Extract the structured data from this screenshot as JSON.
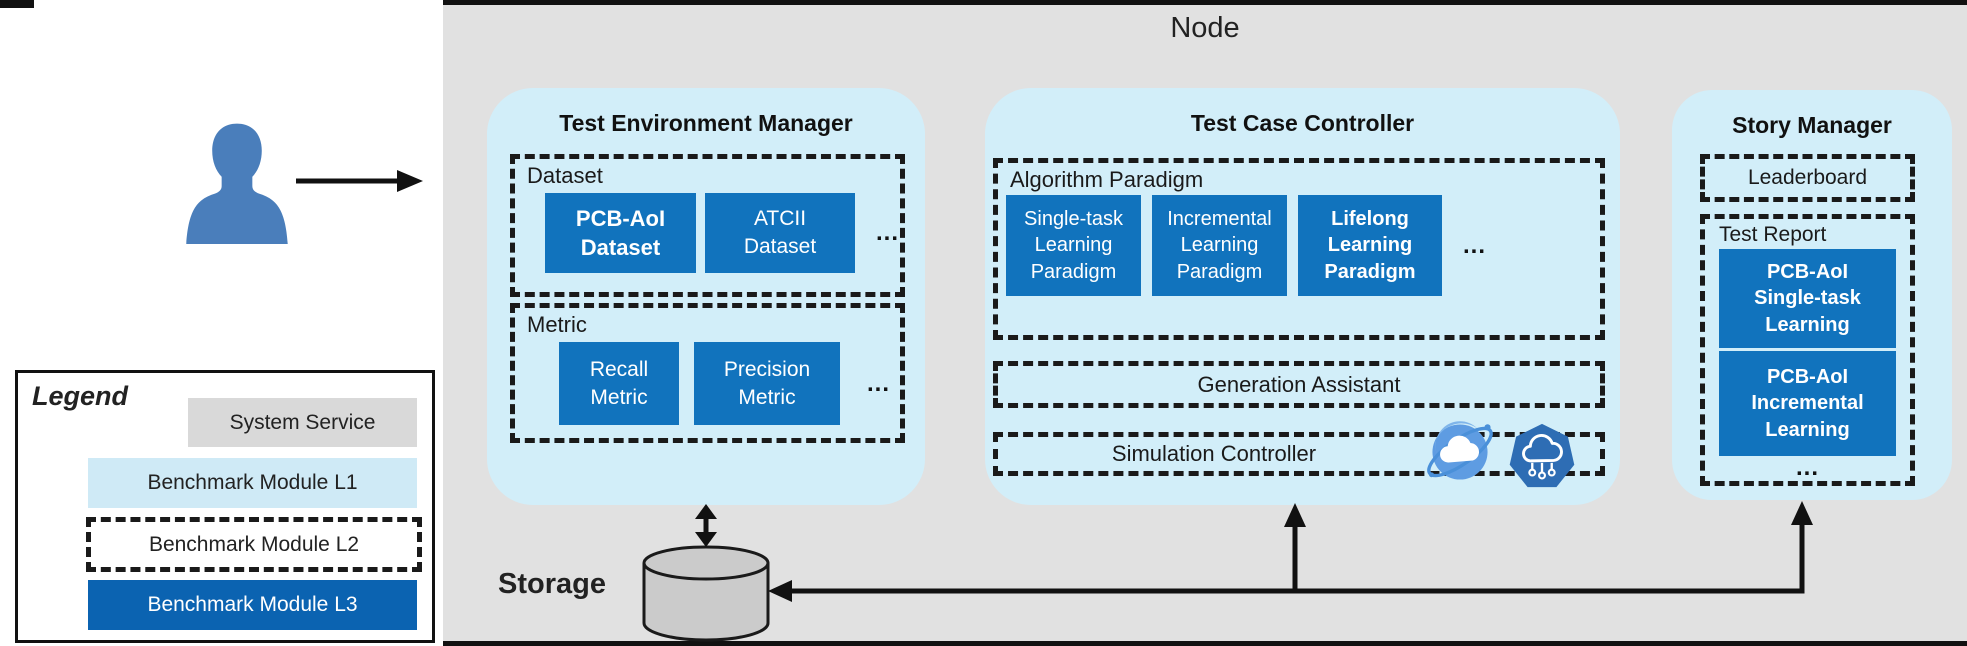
{
  "node": {
    "title": "Node"
  },
  "legend": {
    "title": "Legend",
    "items": [
      {
        "label": "System Service"
      },
      {
        "label": "Benchmark Module L1"
      },
      {
        "label": "Benchmark Module L2"
      },
      {
        "label": "Benchmark Module L3"
      }
    ]
  },
  "tem": {
    "title": "Test Environment Manager",
    "dataset": {
      "label": "Dataset",
      "box1": "PCB-AoI\nDataset",
      "box2": "ATCII\nDataset",
      "more": "..."
    },
    "metric": {
      "label": "Metric",
      "box1": "Recall\nMetric",
      "box2": "Precision\nMetric",
      "more": "..."
    }
  },
  "tcc": {
    "title": "Test Case Controller",
    "algorithm_paradigm": {
      "label": "Algorithm Paradigm",
      "box1": "Single-task\nLearning\nParadigm",
      "box2": "Incremental\nLearning\nParadigm",
      "box3": "Lifelong\nLearning\nParadigm",
      "more": "..."
    },
    "generation_assistant": "Generation Assistant",
    "simulation_controller": "Simulation Controller"
  },
  "story_manager": {
    "title": "Story Manager",
    "leaderboard": "Leaderboard",
    "test_report": {
      "label": "Test Report",
      "box1": "PCB-AoI\nSingle-task\nLearning",
      "box2": "PCB-AoI\nIncremental\nLearning",
      "more": "..."
    }
  },
  "storage": {
    "label": "Storage"
  },
  "icons": {
    "actor": "person-silhouette-icon",
    "simulation": [
      "cloud-orbit-icon",
      "cloud-edge-heptagon-icon"
    ]
  },
  "colors": {
    "node_bg": "#e1e1e1",
    "module_l1_bg": "#d2eef9",
    "module_l3_bg": "#1173bd",
    "legend_l3_bg": "#0b63b1",
    "system_service_bg": "#d9d9d9",
    "actor_blue": "#4a7ebb",
    "storage_fill": "#cbcbcb"
  }
}
